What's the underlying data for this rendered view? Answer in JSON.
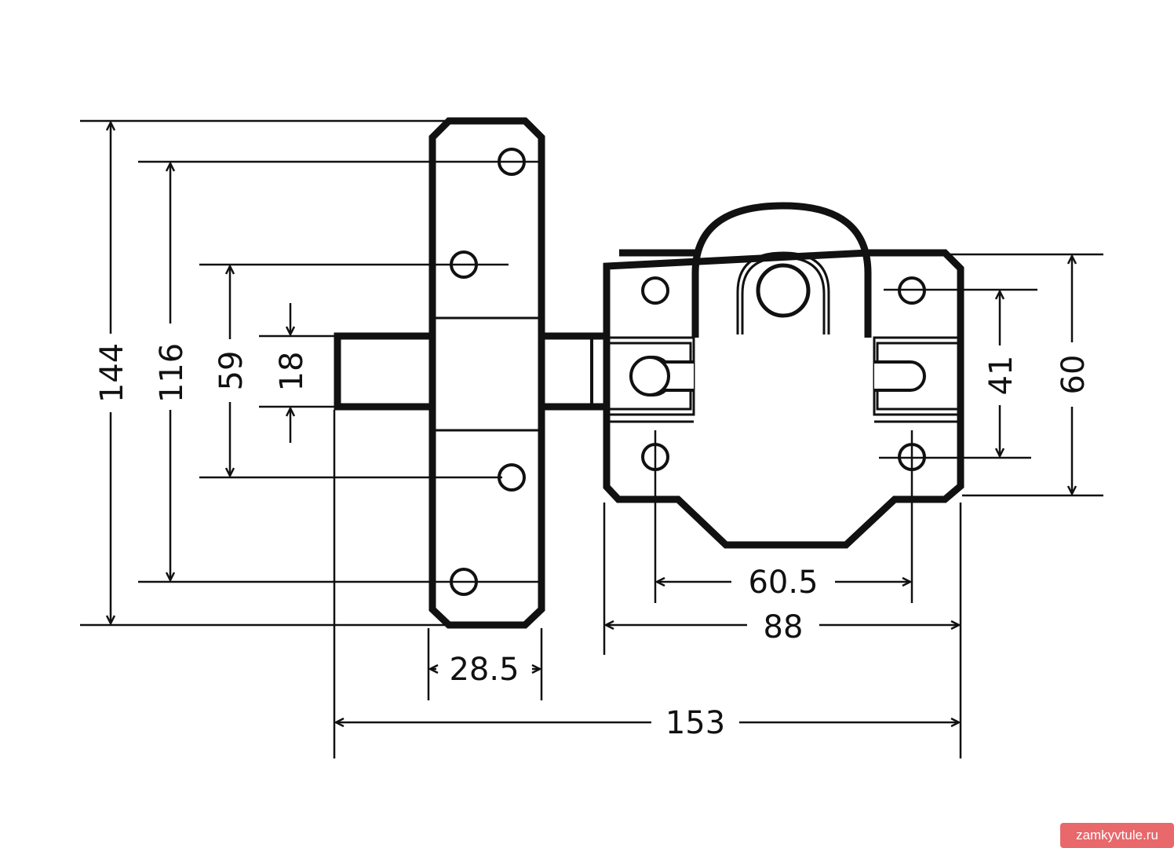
{
  "colors": {
    "ink": "#111111",
    "paper": "#ffffff",
    "watermark_bg": "#e8686b"
  },
  "dimensions": {
    "total_height": "144",
    "hole_span": "116",
    "inner_hole_span": "59",
    "bolt_height": "18",
    "plate_width": "28.5",
    "total_width": "153",
    "housing_width": "88",
    "housing_hole_span": "60.5",
    "housing_height": "60",
    "housing_hole_vertical": "41"
  },
  "watermark": {
    "text": "zamkyvtule.ru"
  }
}
